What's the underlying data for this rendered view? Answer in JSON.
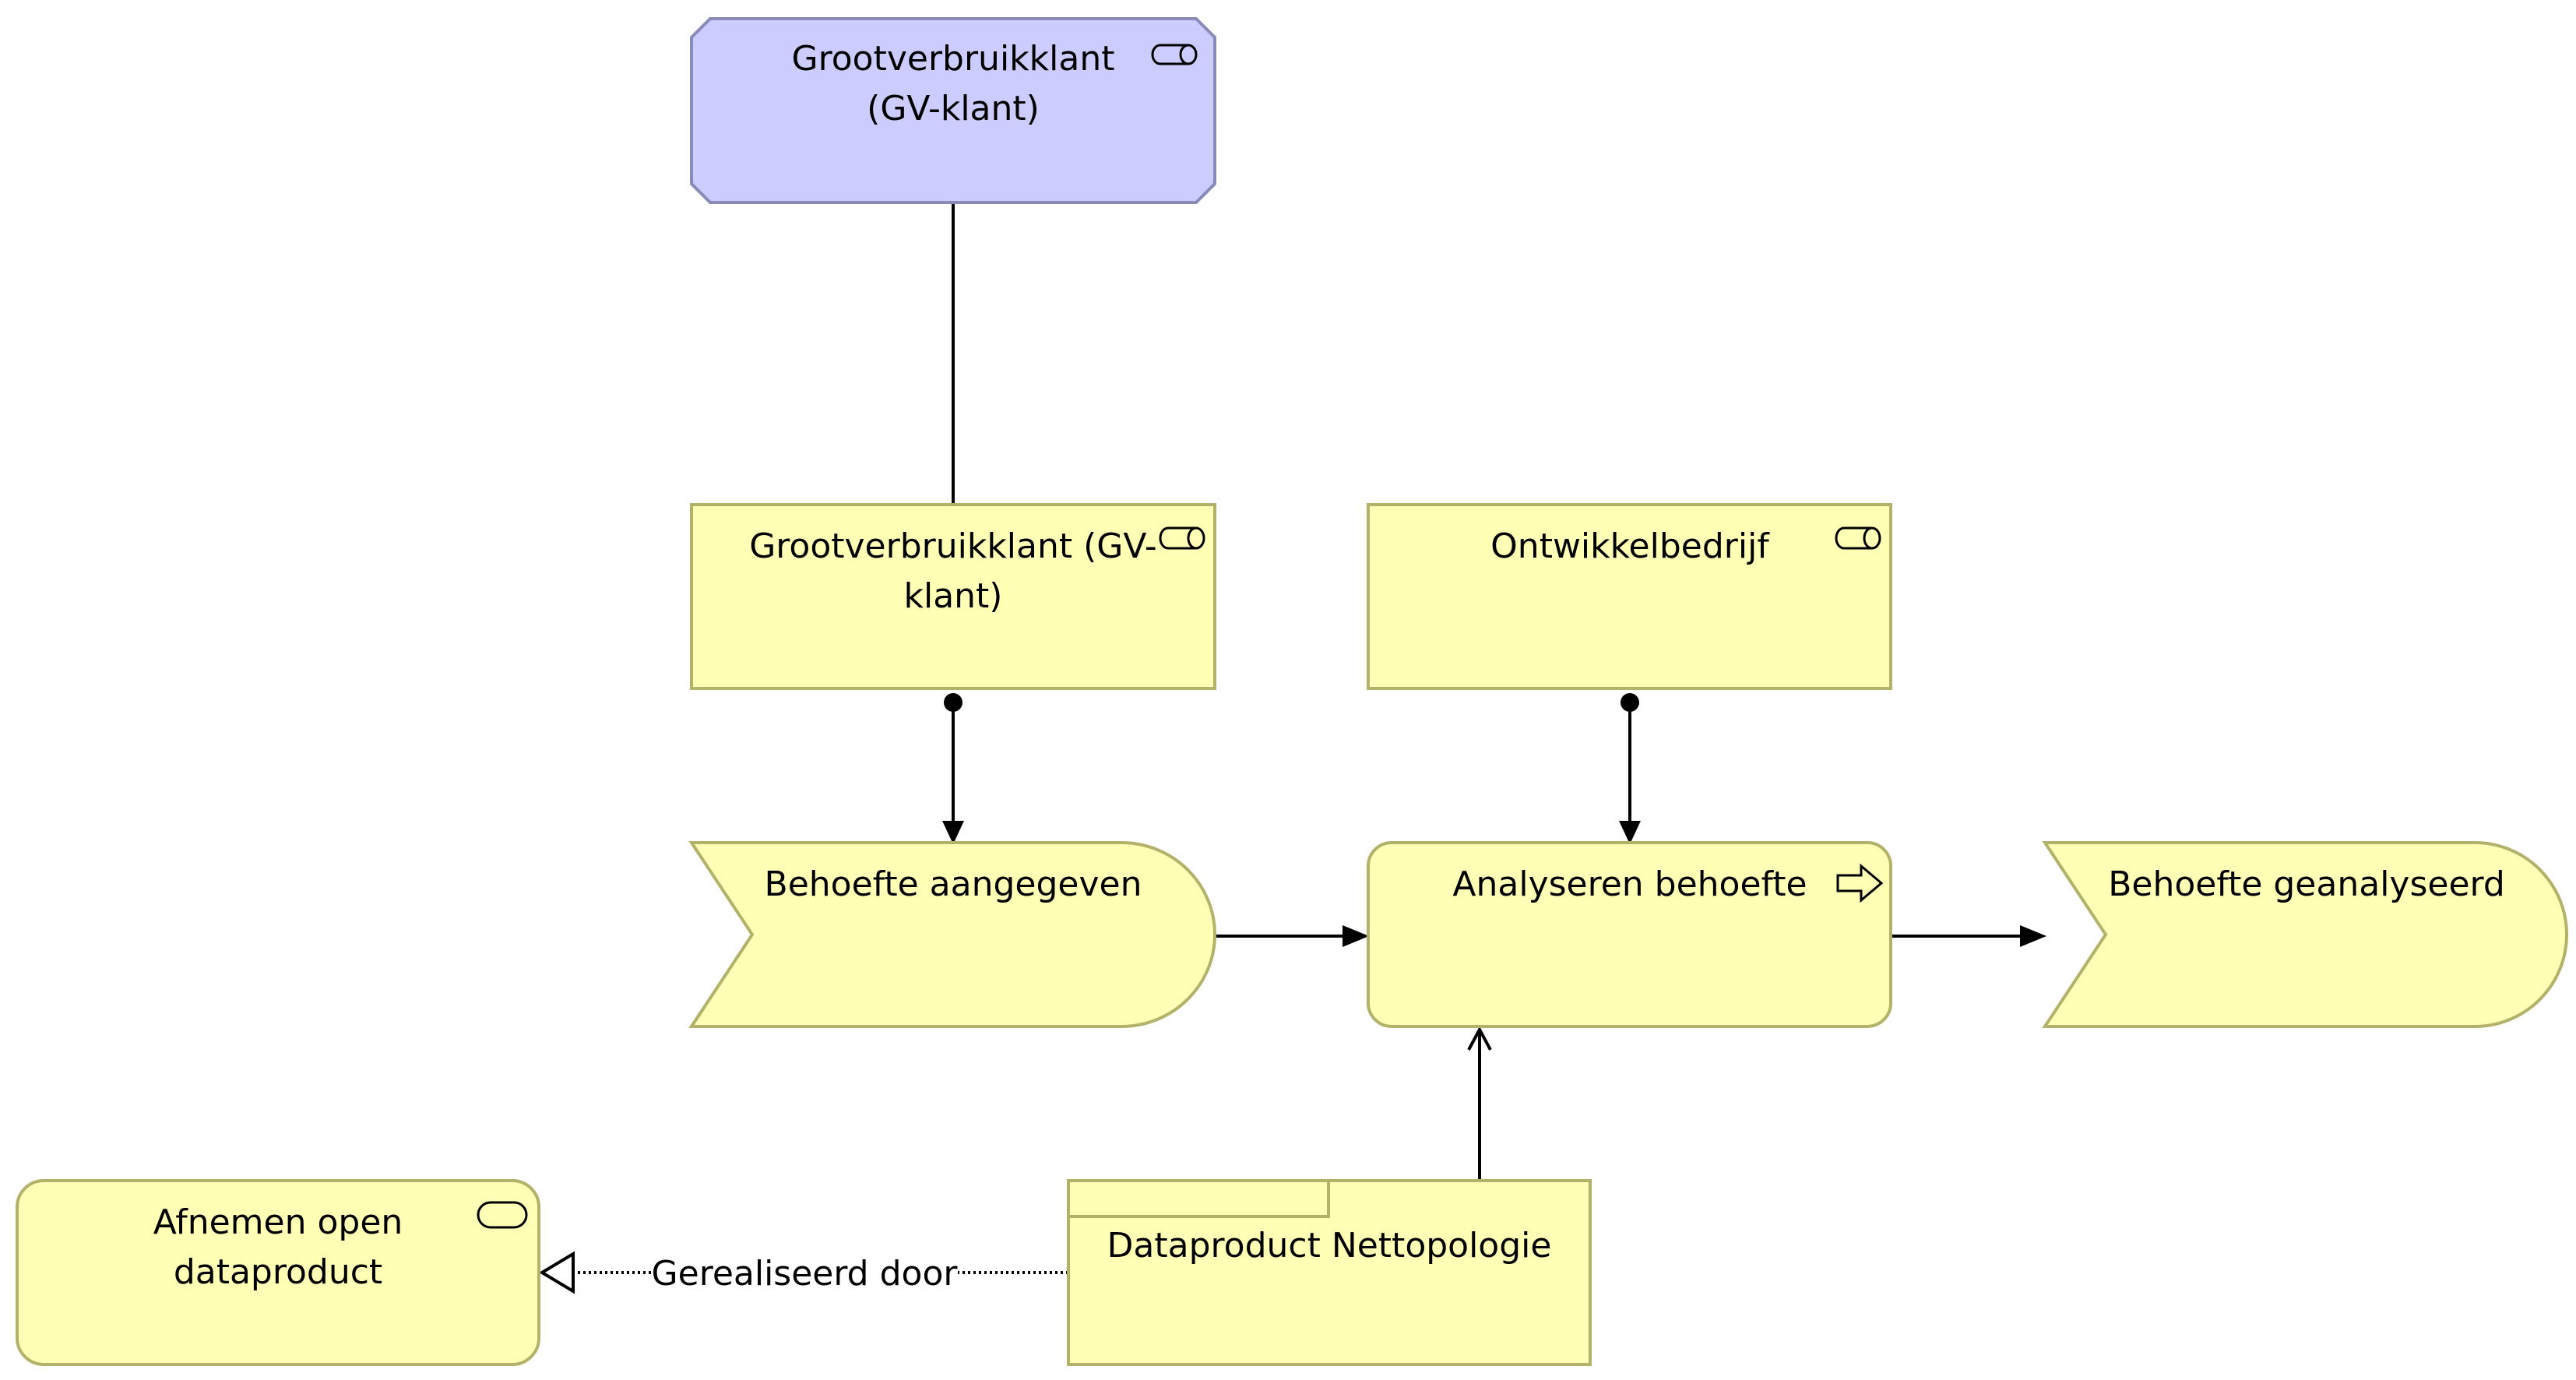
{
  "diagram": {
    "colors": {
      "role_fill": "#CCCCFF",
      "role_stroke": "#8A8AB8",
      "business_fill": "#FFFFB5",
      "business_stroke": "#B2B26A",
      "line": "#000000",
      "background": "#FFFFFF"
    },
    "nodes": {
      "role": {
        "line1": "Grootverbruikklant",
        "line2": "(GV-klant)",
        "icon": "role-icon"
      },
      "actor_gv": {
        "line1": "Grootverbruikklant (GV-",
        "line2": "klant)",
        "icon": "role-icon"
      },
      "actor_ontw": {
        "line1": "Ontwikkelbedrijf",
        "icon": "role-icon"
      },
      "event_aangegeven": {
        "line1": "Behoefte aangegeven"
      },
      "process_analyseren": {
        "line1": "Analyseren behoefte",
        "icon": "process-arrow-icon"
      },
      "event_geanalyseerd": {
        "line1": "Behoefte geanalyseerd"
      },
      "service_afnemen": {
        "line1": "Afnemen open",
        "line2": "dataproduct",
        "icon": "service-icon"
      },
      "product_netto": {
        "line1": "Dataproduct Nettopologie"
      }
    },
    "edges": {
      "realization_label": "Gerealiseerd door"
    }
  }
}
